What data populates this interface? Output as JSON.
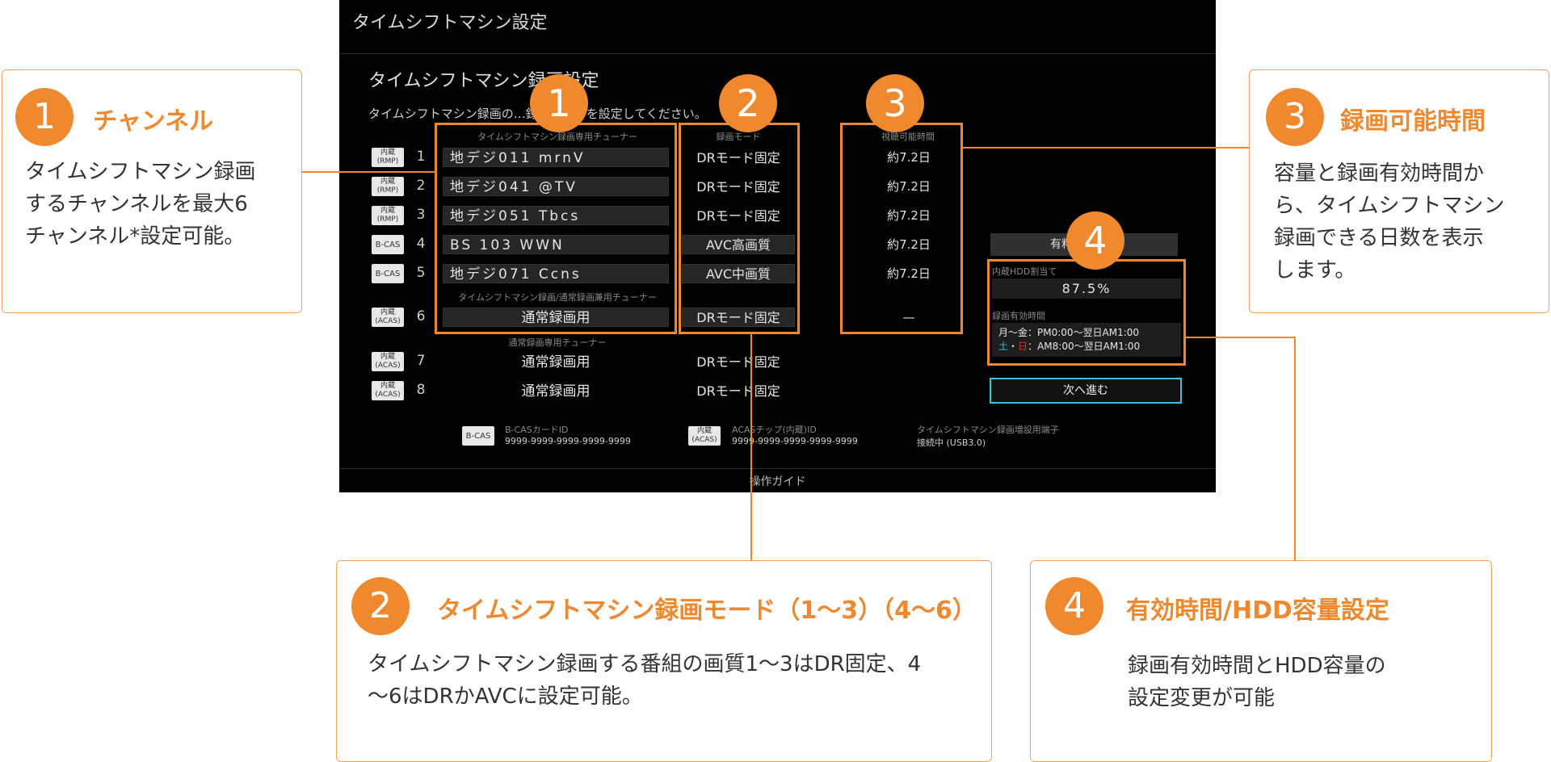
{
  "screen": {
    "title": "タイムシフトマシン設定",
    "heading": "タイムシフトマシン録画設定",
    "description": "タイムシフトマシン録画の…録画モードを設定してください。",
    "col_tuner": "タイムシフトマシン録画専用チューナー",
    "col_mode": "録画モード",
    "col_hours": "視聴可能時間",
    "sub_shared": "タイムシフトマシン録画/通常録画兼用チューナー",
    "sub_normal": "通常録画専用チューナー",
    "rows": [
      {
        "chip": "内蔵 (RMP)",
        "num": "1",
        "channel": "地デジ011 mrnV",
        "mode": "DRモード固定",
        "hours": "約7.2日"
      },
      {
        "chip": "内蔵 (RMP)",
        "num": "2",
        "channel": "地デジ041 @TV",
        "mode": "DRモード固定",
        "hours": "約7.2日"
      },
      {
        "chip": "内蔵 (RMP)",
        "num": "3",
        "channel": "地デジ051 Tbcs",
        "mode": "DRモード固定",
        "hours": "約7.2日"
      },
      {
        "chip": "B-CAS",
        "num": "4",
        "channel": "BS 103 WWN",
        "mode": "AVC高画質",
        "hours": "約7.2日"
      },
      {
        "chip": "B-CAS",
        "num": "5",
        "channel": "地デジ071 Ccns",
        "mode": "AVC中画質",
        "hours": "約7.2日"
      },
      {
        "chip": "内蔵 (ACAS)",
        "num": "6",
        "channel": "通常録画用",
        "mode": "DRモード固定",
        "hours": "—"
      },
      {
        "chip": "内蔵 (ACAS)",
        "num": "7",
        "channel": "通常録画用",
        "mode": "DRモード固定",
        "hours": ""
      },
      {
        "chip": "内蔵 (ACAS)",
        "num": "8",
        "channel": "通常録画用",
        "mode": "DRモード固定",
        "hours": ""
      }
    ],
    "pay_button": "有料…ガイド",
    "hdd_label": "内蔵HDD割当て",
    "hdd_value": "87.5%",
    "valid_label": "録画有効時間",
    "valid_line1": "月～金：PM0:00～翌日AM1:00",
    "valid_line2_prefix": "土・日：AM8:00～翌日AM1:00",
    "next_button": "次へ進む",
    "footer": {
      "bcas_chip": "B-CAS",
      "bcas_label": "B-CASカードID",
      "bcas_value": "9999-9999-9999-9999-9999",
      "acas_chip": "内蔵 (ACAS)",
      "acas_label": "ACASチップ(内蔵)ID",
      "acas_value": "9999-9999-9999-9999-9999",
      "port_label": "タイムシフトマシン録画増設用端子",
      "port_value": "接続中 (USB3.0)"
    },
    "guide": "操作ガイド"
  },
  "badges": [
    "1",
    "2",
    "3",
    "4"
  ],
  "callouts": {
    "c1": {
      "num": "1",
      "title": "チャンネル",
      "text": [
        "タイムシフトマシン録画",
        "するチャンネルを最大6",
        "チャンネル*設定可能。"
      ]
    },
    "c2": {
      "num": "2",
      "title": "タイムシフトマシン録画モード（1～3）（4～6）",
      "text": [
        "タイムシフトマシン録画する番組の画質1～3はDR固定、4",
        "～6はDRかAVCに設定可能。"
      ]
    },
    "c3": {
      "num": "3",
      "title": "録画可能時間",
      "text": [
        "容量と録画有効時間か",
        "ら、タイムシフトマシン",
        "録画できる日数を表示",
        "します。"
      ]
    },
    "c4": {
      "num": "4",
      "title": "有効時間/HDD容量設定",
      "text": [
        "録画有効時間とHDD容量の",
        "設定変更が可能"
      ]
    }
  },
  "colors": {
    "accent": "#f0892e",
    "screen_bg": "#000000",
    "focus": "#39c0e0",
    "sat": "#39c0e0",
    "sun": "#e03030"
  }
}
